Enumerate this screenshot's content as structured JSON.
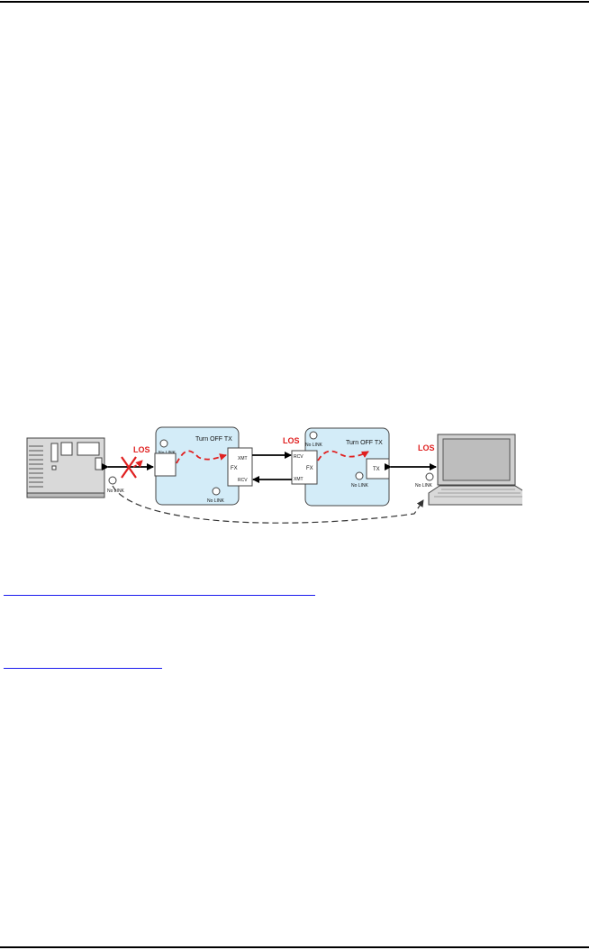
{
  "diagram": {
    "los_label": "LOS",
    "no_link_label": "No LINK",
    "turn_off_tx_label": "Turn OFF TX",
    "fx_label": "FX",
    "xmt_label": "XMT",
    "rcv_label": "RCV",
    "tx_label": "TX"
  },
  "colors": {
    "box_fill": "#d3ecf8",
    "los_red": "#e02020",
    "dashed_line": "#333333",
    "link_blue": "#1a1aee"
  }
}
